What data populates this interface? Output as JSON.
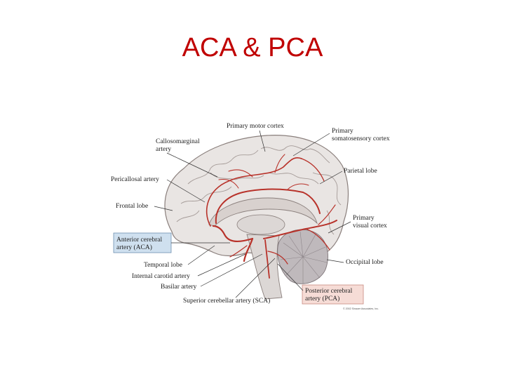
{
  "slide": {
    "title": "ACA & PCA"
  },
  "colors": {
    "title": "#c00000",
    "artery": "#b8322a",
    "aca_box_fill": "#cfe0ef",
    "aca_box_border": "#6d8fb0",
    "pca_box_fill": "#f6dcd6",
    "pca_box_border": "#c98a80",
    "brain": "#e9e5e3",
    "brain_outline": "#8a7f7c",
    "cerebellum": "#bfb9bc"
  },
  "labels": {
    "primary_motor": "Primary motor cortex",
    "primary_somato_1": "Primary",
    "primary_somato_2": "somatosensory cortex",
    "callosomarginal_1": "Callosomarginal",
    "callosomarginal_2": "artery",
    "pericallosal": "Pericallosal artery",
    "parietal": "Parietal lobe",
    "frontal": "Frontal lobe",
    "primary_visual_1": "Primary",
    "primary_visual_2": "visual cortex",
    "aca_1": "Anterior cerebral",
    "aca_2": "artery (ACA)",
    "temporal": "Temporal lobe",
    "occipital": "Occipital lobe",
    "internal_carotid": "Internal carotid artery",
    "basilar": "Basilar artery",
    "pca_1": "Posterior cerebral",
    "pca_2": "artery (PCA)",
    "sca": "Superior cerebellar artery (SCA)",
    "copyright": "© 2002 Sinauer Associates, Inc."
  }
}
